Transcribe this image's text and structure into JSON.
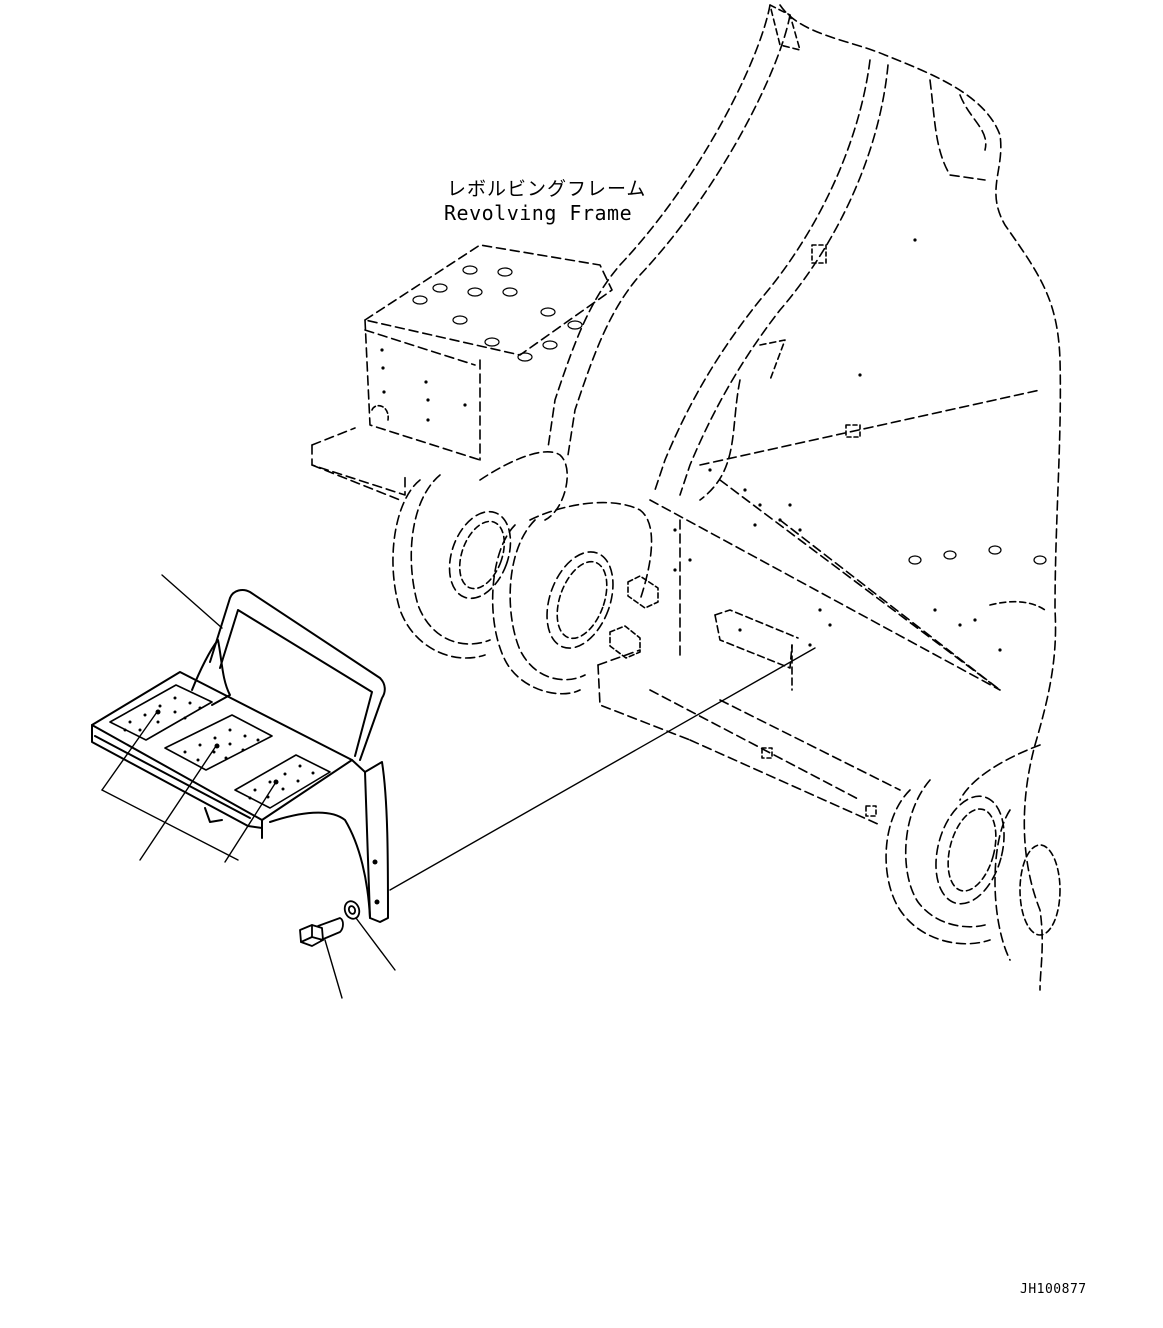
{
  "labels": {
    "frame_japanese": "レボルビングフレーム",
    "frame_english": "Revolving Frame",
    "drawing_code": "JH100877"
  },
  "parts": {
    "frame": "revolving-frame",
    "step": "step-assembly",
    "bolt": "mounting-bolt",
    "washer": "washer"
  }
}
